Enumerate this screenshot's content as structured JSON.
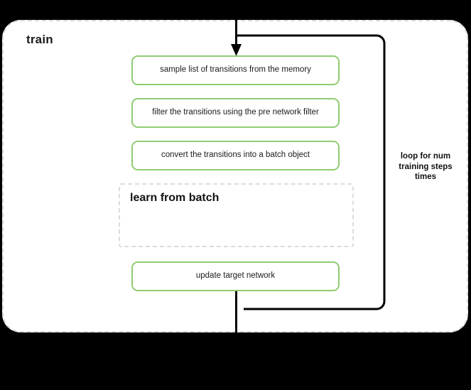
{
  "diagram": {
    "title": "train",
    "container": {
      "style": "dashed-rounded-panel"
    },
    "steps": [
      {
        "id": "sample",
        "label": "sample list of transitions from the memory"
      },
      {
        "id": "filter",
        "label": "filter the transitions using the pre network filter"
      },
      {
        "id": "convert",
        "label": "convert the transitions into a batch object"
      },
      {
        "id": "update",
        "label": "update target network"
      }
    ],
    "subblock": {
      "id": "learn-from-batch",
      "title": "learn from batch",
      "style": "dashed-box"
    },
    "loop": {
      "caption": "loop for num training steps times"
    },
    "colors": {
      "step_border": "#8fcc74",
      "container_border": "#d9d9d9",
      "subblock_border": "#dcdcdc",
      "wire": "#000000",
      "panel_background": "#ffffff",
      "page_background": "#000000",
      "text": "#111111"
    }
  }
}
